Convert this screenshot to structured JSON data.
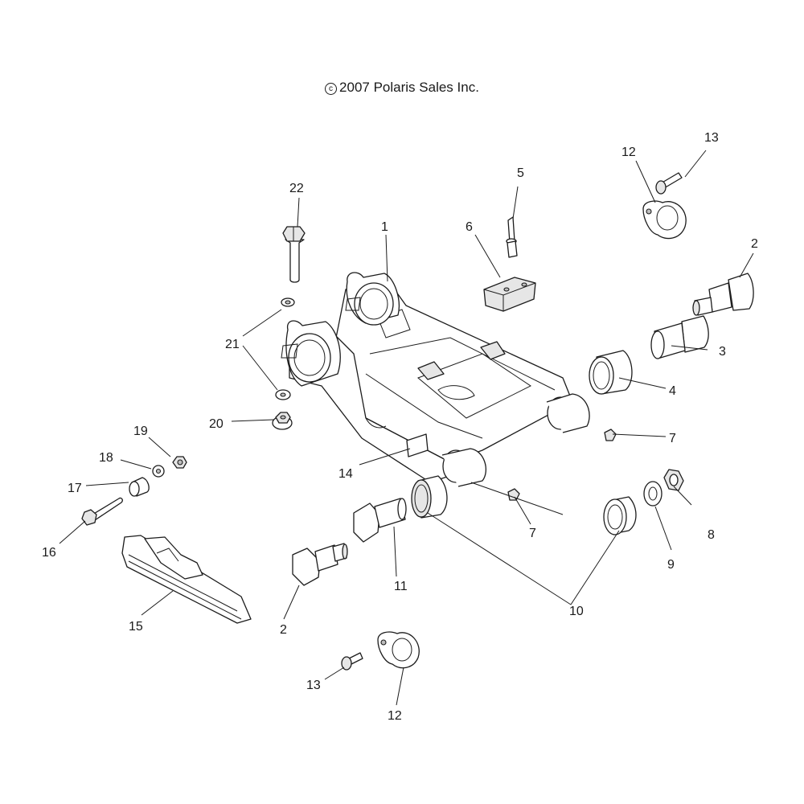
{
  "copyright": {
    "symbol": "c",
    "text": "2007 Polaris Sales Inc."
  },
  "callouts": [
    {
      "id": "1",
      "label": "1"
    },
    {
      "id": "2a",
      "label": "2"
    },
    {
      "id": "2b",
      "label": "2"
    },
    {
      "id": "3",
      "label": "3"
    },
    {
      "id": "4",
      "label": "4"
    },
    {
      "id": "5",
      "label": "5"
    },
    {
      "id": "6",
      "label": "6"
    },
    {
      "id": "7a",
      "label": "7"
    },
    {
      "id": "7b",
      "label": "7"
    },
    {
      "id": "8",
      "label": "8"
    },
    {
      "id": "9",
      "label": "9"
    },
    {
      "id": "10",
      "label": "10"
    },
    {
      "id": "11",
      "label": "11"
    },
    {
      "id": "12a",
      "label": "12"
    },
    {
      "id": "12b",
      "label": "12"
    },
    {
      "id": "13a",
      "label": "13"
    },
    {
      "id": "13b",
      "label": "13"
    },
    {
      "id": "14",
      "label": "14"
    },
    {
      "id": "15",
      "label": "15"
    },
    {
      "id": "16",
      "label": "16"
    },
    {
      "id": "17",
      "label": "17"
    },
    {
      "id": "18",
      "label": "18"
    },
    {
      "id": "19",
      "label": "19"
    },
    {
      "id": "20",
      "label": "20"
    },
    {
      "id": "21",
      "label": "21"
    },
    {
      "id": "22",
      "label": "22"
    }
  ]
}
